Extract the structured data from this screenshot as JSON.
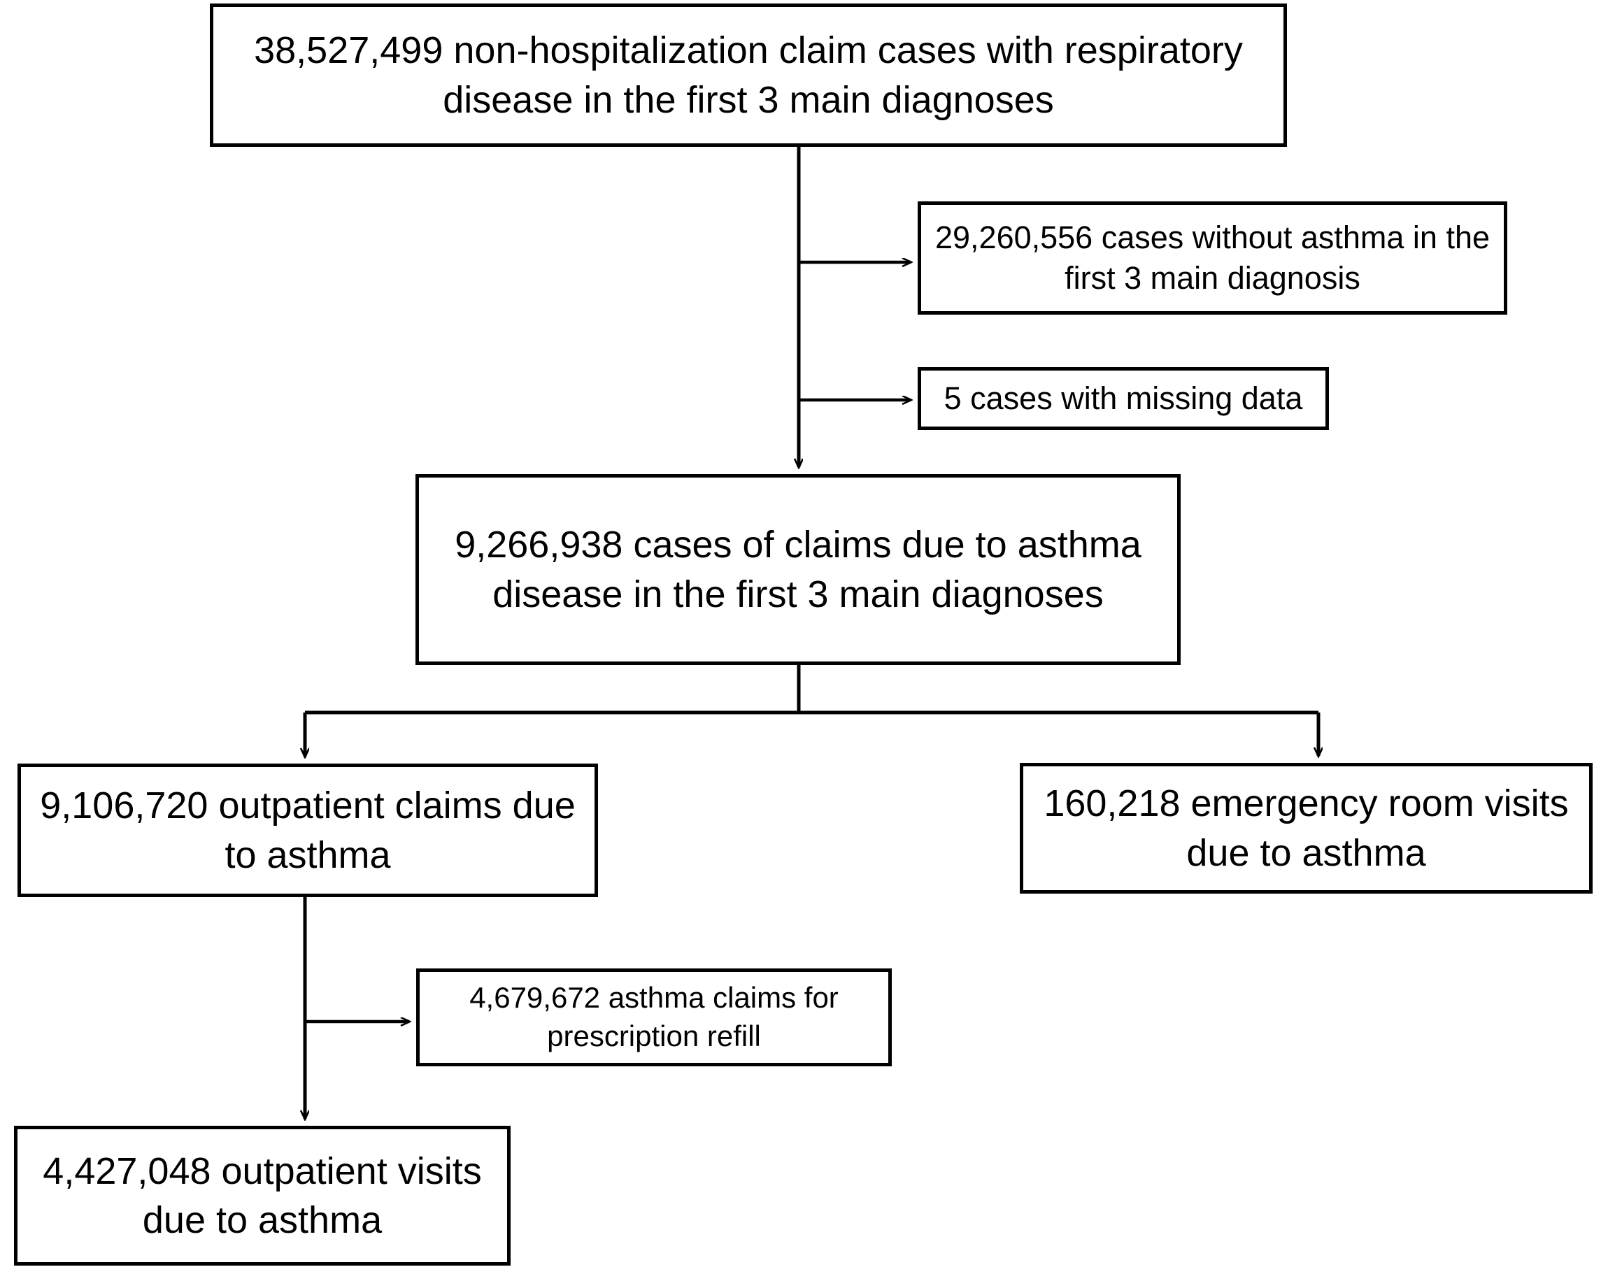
{
  "diagram": {
    "title": "Asthma claims case selection flowchart",
    "type": "flowchart",
    "stroke_color": "#000000",
    "background_color": "#ffffff",
    "nodes": [
      {
        "id": "top",
        "label": "38,527,499 non-hospitalization claim cases with respiratory disease in the first 3 main diagnoses",
        "count": "38,527,499",
        "role": "source"
      },
      {
        "id": "exclusion-no-asthma",
        "label": "29,260,556 cases without asthma in the first 3 main diagnosis",
        "count": "29,260,556",
        "role": "exclusion"
      },
      {
        "id": "exclusion-missing-data",
        "label": "5 cases with missing data",
        "count": "5",
        "role": "exclusion"
      },
      {
        "id": "asthma-cases",
        "label": "9,266,938 cases of claims due to asthma disease in the first 3 main diagnoses",
        "count": "9,266,938",
        "role": "included"
      },
      {
        "id": "outpatient-claims",
        "label": "9,106,720 outpatient claims due to asthma",
        "count": "9,106,720",
        "role": "included"
      },
      {
        "id": "emergency-room-visits",
        "label": "160,218 emergency room visits due to asthma",
        "count": "160,218",
        "role": "included"
      },
      {
        "id": "prescription-refill",
        "label": "4,679,672 asthma claims for prescription refill",
        "count": "4,679,672",
        "role": "exclusion"
      },
      {
        "id": "outpatient-visits",
        "label": "4,427,048 outpatient visits due to asthma",
        "count": "4,427,048",
        "role": "final"
      }
    ],
    "edges": [
      {
        "from": "top",
        "to": "exclusion-no-asthma",
        "style": "branch-right"
      },
      {
        "from": "top",
        "to": "exclusion-missing-data",
        "style": "branch-right"
      },
      {
        "from": "top",
        "to": "asthma-cases",
        "style": "straight-down"
      },
      {
        "from": "asthma-cases",
        "to": "outpatient-claims",
        "style": "split-left"
      },
      {
        "from": "asthma-cases",
        "to": "emergency-room-visits",
        "style": "split-right"
      },
      {
        "from": "outpatient-claims",
        "to": "prescription-refill",
        "style": "branch-right"
      },
      {
        "from": "outpatient-claims",
        "to": "outpatient-visits",
        "style": "straight-down"
      }
    ]
  }
}
